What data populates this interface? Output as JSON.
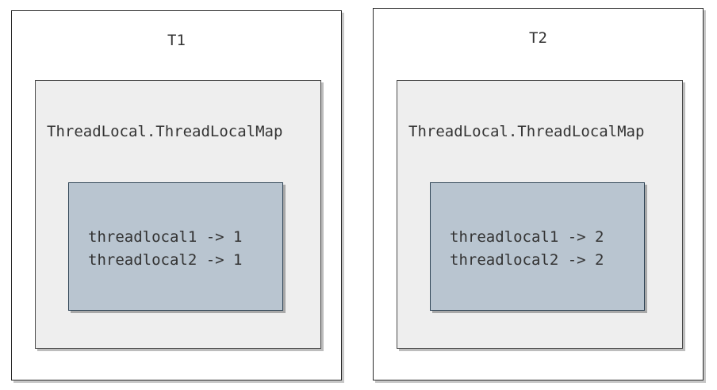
{
  "threads": [
    {
      "title": "T1",
      "map_label": "ThreadLocal.ThreadLocalMap",
      "entries": [
        "threadlocal1 -> 1",
        "threadlocal2 -> 1"
      ]
    },
    {
      "title": "T2",
      "map_label": "ThreadLocal.ThreadLocalMap",
      "entries": [
        "threadlocal1 -> 2",
        "threadlocal2 -> 2"
      ]
    }
  ]
}
